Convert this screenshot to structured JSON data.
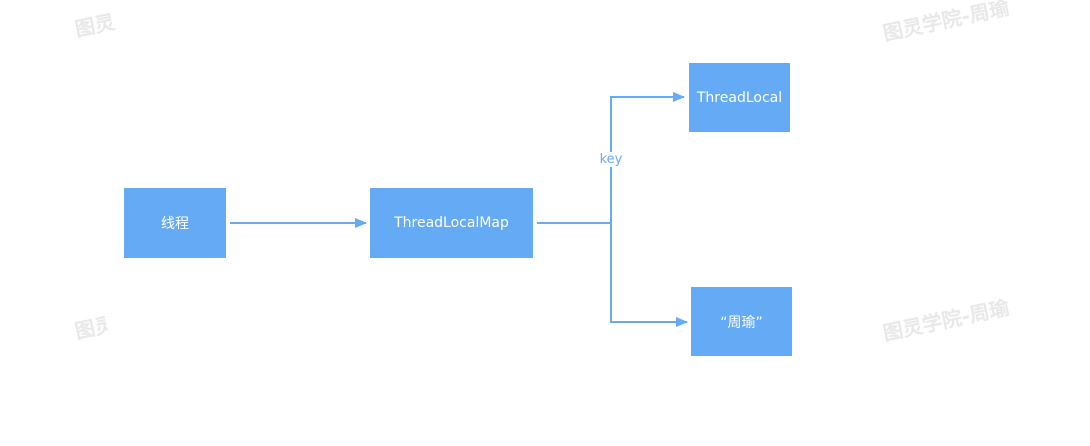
{
  "watermarks": [
    "图灵学院-周瑜",
    "图灵学院-周瑜",
    "图灵学院-周瑜",
    "图灵学院-周瑜"
  ],
  "nodes": {
    "thread": "线程",
    "map": "ThreadLocalMap",
    "key_node": "ThreadLocal",
    "value_node": "“周瑜”"
  },
  "edges": {
    "key_label": "key"
  },
  "colors": {
    "node_fill": "#64aaf5",
    "edge": "#64aaf5",
    "text": "#ffffff"
  }
}
